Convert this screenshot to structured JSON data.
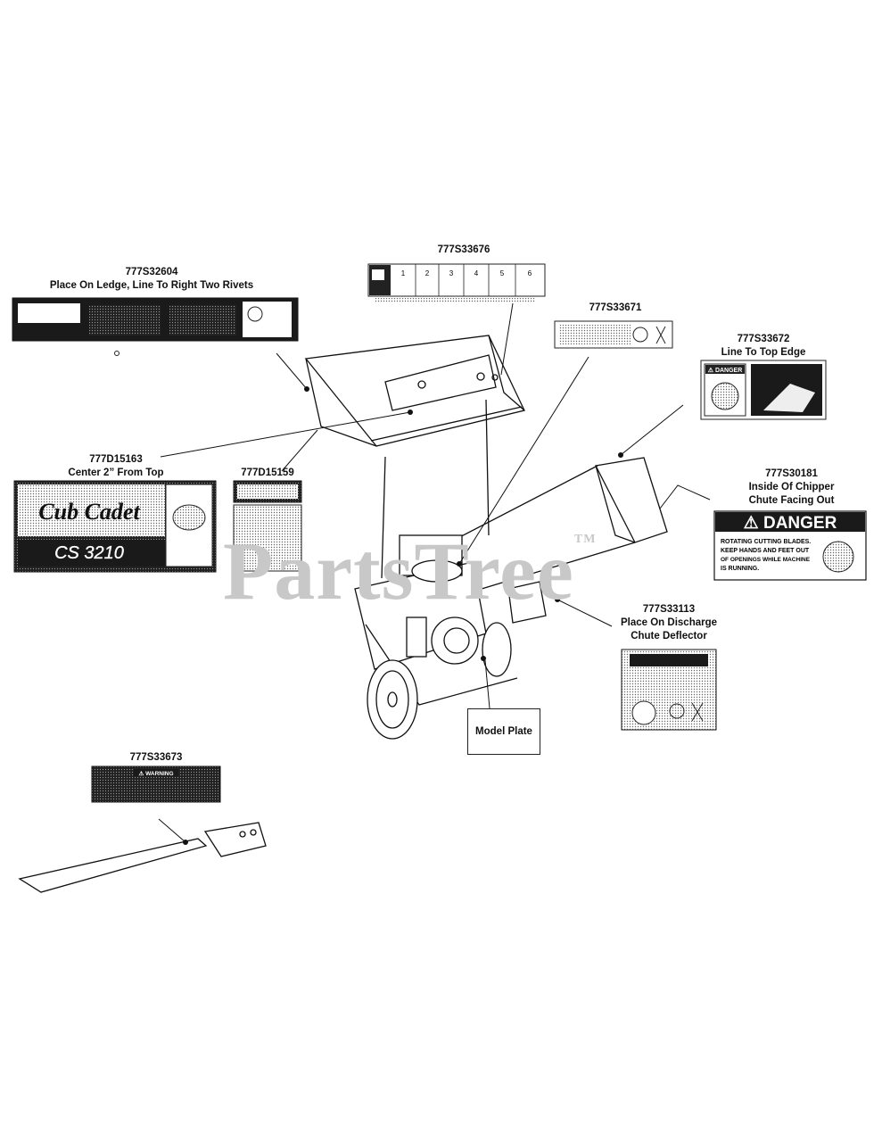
{
  "labels": {
    "d33676": {
      "part": "777S33676"
    },
    "d32604": {
      "part": "777S32604",
      "note": "Place On Ledge, Line To Right Two Rivets"
    },
    "d33671": {
      "part": "777S33671"
    },
    "d33672": {
      "part": "777S33672",
      "note": "Line To Top Edge"
    },
    "d15163": {
      "part": "777D15163",
      "note": "Center 2” From Top"
    },
    "d15159": {
      "part": "777D15159"
    },
    "d30181": {
      "part": "777S30181",
      "note1": "Inside Of Chipper",
      "note2": "Chute Facing Out"
    },
    "d33113": {
      "part": "777S33113",
      "note1": "Place On Discharge",
      "note2": "Chute Deflector"
    },
    "d33673": {
      "part": "777S33673"
    }
  },
  "model_plate": "Model Plate",
  "decal_text": {
    "brand": "Cub Cadet",
    "model": "CS 3210",
    "danger_title": "⚠ DANGER",
    "danger_line1": "ROTATING CUTTING BLADES.",
    "danger_line2": "KEEP HANDS AND FEET OUT",
    "danger_line3": "OF OPENINGS WHILE MACHINE",
    "danger_line4": "IS RUNNING.",
    "small_danger": "⚠ DANGER",
    "small_warning": "⚠ WARNING",
    "numbers": [
      "1",
      "2",
      "3",
      "4",
      "5",
      "6"
    ]
  },
  "watermark": {
    "text": "PartsTree",
    "tm": "TM"
  }
}
